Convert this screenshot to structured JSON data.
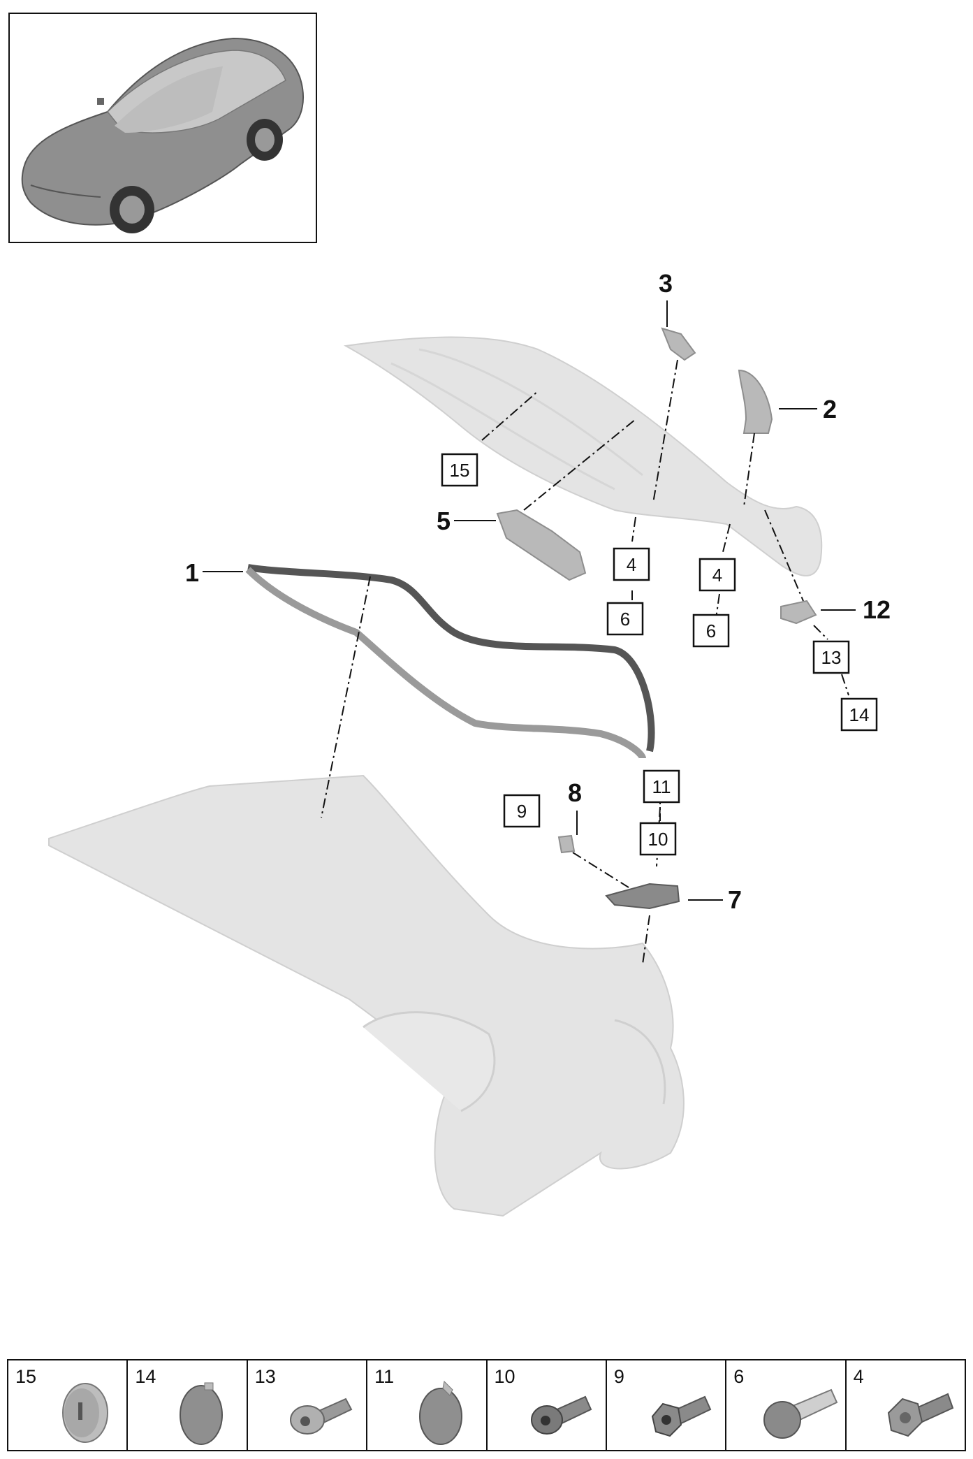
{
  "callouts": {
    "c1": "1",
    "c2": "2",
    "c3": "3",
    "c5": "5",
    "c7": "7",
    "c8": "8",
    "c12": "12"
  },
  "boxes": {
    "b15": "15",
    "b4a": "4",
    "b6a": "6",
    "b4b": "4",
    "b6b": "6",
    "b13": "13",
    "b14": "14",
    "b11": "11",
    "b10": "10",
    "b9": "9"
  },
  "legend": [
    {
      "number": "15",
      "icon": "grommet-plug-icon"
    },
    {
      "number": "14",
      "icon": "round-cap-icon"
    },
    {
      "number": "13",
      "icon": "torx-screw-icon"
    },
    {
      "number": "11",
      "icon": "clip-cap-icon"
    },
    {
      "number": "10",
      "icon": "torx-bolt-icon"
    },
    {
      "number": "9",
      "icon": "hex-flange-screw-icon"
    },
    {
      "number": "6",
      "icon": "threaded-stud-nut-icon"
    },
    {
      "number": "4",
      "icon": "spacer-bolt-icon"
    }
  ]
}
